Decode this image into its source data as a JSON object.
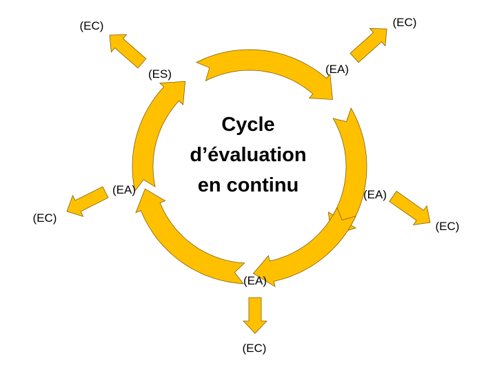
{
  "title_lines": [
    "Cycle",
    "d’évaluation",
    "en continu"
  ],
  "colors": {
    "arrow_fill": "#FFC000",
    "arrow_stroke": "#7F6000",
    "text": "#000000"
  },
  "labels": {
    "es": "(ES)",
    "ea_top_right": "(EA)",
    "ea_right": "(EA)",
    "ea_bottom": "(EA)",
    "ea_left": "(EA)",
    "ec_top_left": "(EC)",
    "ec_top_right": "(EC)",
    "ec_right": "(EC)",
    "ec_bottom": "(EC)",
    "ec_left": "(EC)"
  }
}
